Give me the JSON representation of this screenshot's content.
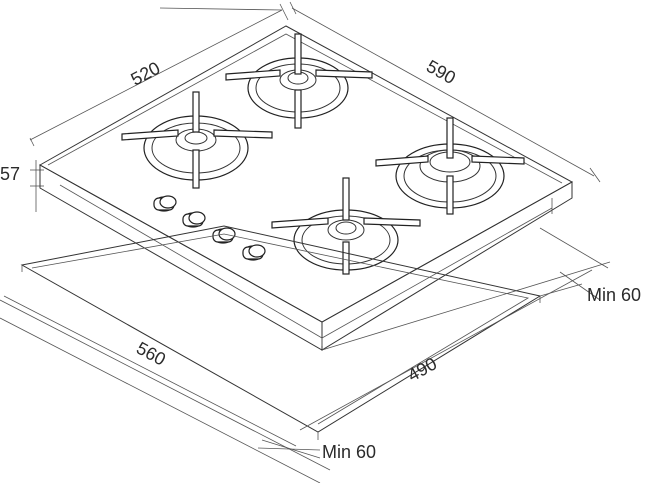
{
  "dimensions": {
    "hob_depth": "520",
    "hob_width": "590",
    "hob_height": "57",
    "cutout_width": "560",
    "cutout_depth": "490",
    "clearance_right": "Min 60",
    "clearance_front": "Min 60"
  },
  "colors": {
    "line": "#333333",
    "text": "#2b2b2b",
    "background": "#ffffff"
  },
  "icons": {
    "burner": "gas-burner-icon",
    "knob": "control-knob-icon"
  }
}
